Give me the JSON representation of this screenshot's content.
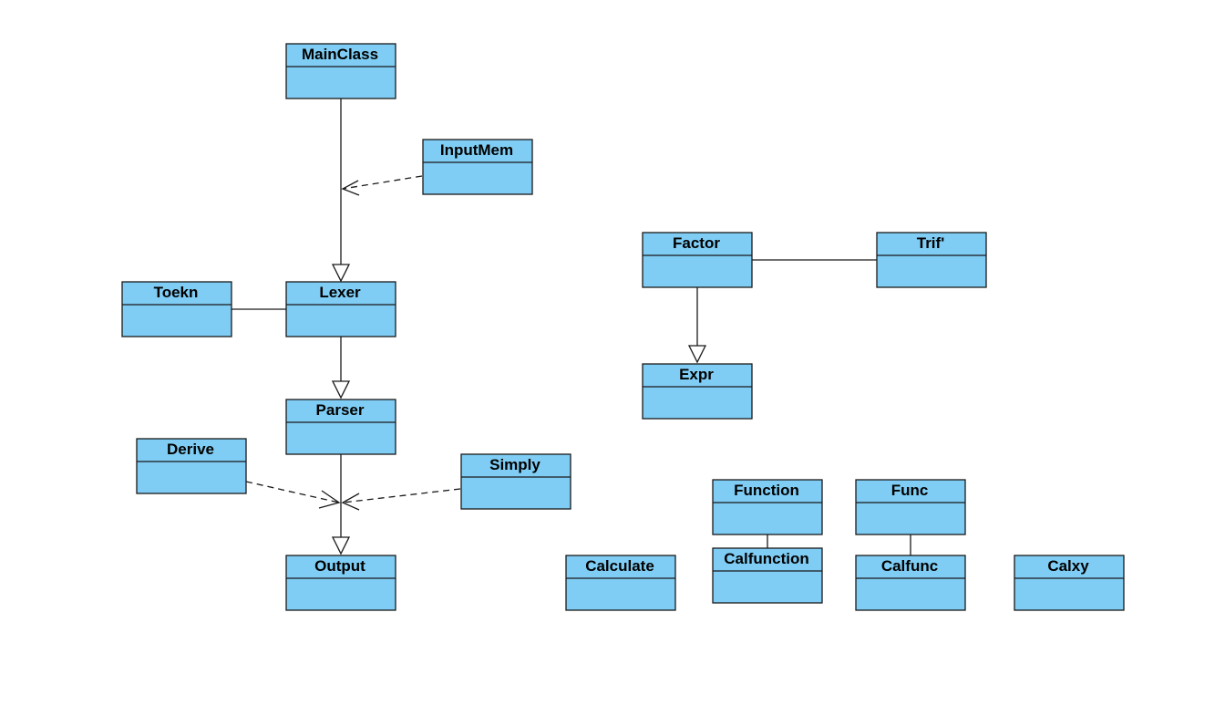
{
  "diagram": {
    "type": "uml-class-diagram",
    "colors": {
      "class_fill": "#7fcdf4",
      "stroke": "#1a1a1a",
      "background": "#ffffff"
    },
    "classes": [
      {
        "id": "mainclass",
        "name": "MainClass"
      },
      {
        "id": "inputmem",
        "name": "InputMem"
      },
      {
        "id": "toekn",
        "name": "Toekn"
      },
      {
        "id": "lexer",
        "name": "Lexer"
      },
      {
        "id": "parser",
        "name": "Parser"
      },
      {
        "id": "derive",
        "name": "Derive"
      },
      {
        "id": "simply",
        "name": "Simply"
      },
      {
        "id": "output",
        "name": "Output"
      },
      {
        "id": "factor",
        "name": "Factor"
      },
      {
        "id": "trif",
        "name": "Trif'"
      },
      {
        "id": "expr",
        "name": "Expr"
      },
      {
        "id": "function",
        "name": "Function"
      },
      {
        "id": "calfunction",
        "name": "Calfunction"
      },
      {
        "id": "func",
        "name": "Func"
      },
      {
        "id": "calfunc",
        "name": "Calfunc"
      },
      {
        "id": "calculate",
        "name": "Calculate"
      },
      {
        "id": "calxy",
        "name": "Calxy"
      }
    ],
    "relations": [
      {
        "from": "mainclass",
        "to": "lexer",
        "kind": "generalization"
      },
      {
        "from": "inputmem",
        "to": "mainclass-lexer",
        "kind": "dependency"
      },
      {
        "from": "toekn",
        "to": "lexer",
        "kind": "association"
      },
      {
        "from": "lexer",
        "to": "parser",
        "kind": "generalization"
      },
      {
        "from": "parser",
        "to": "output",
        "kind": "generalization"
      },
      {
        "from": "derive",
        "to": "parser-output",
        "kind": "dependency"
      },
      {
        "from": "simply",
        "to": "parser-output",
        "kind": "dependency"
      },
      {
        "from": "factor",
        "to": "trif",
        "kind": "association"
      },
      {
        "from": "factor",
        "to": "expr",
        "kind": "generalization"
      },
      {
        "from": "function",
        "to": "calfunction",
        "kind": "association"
      },
      {
        "from": "func",
        "to": "calfunc",
        "kind": "association"
      }
    ]
  }
}
